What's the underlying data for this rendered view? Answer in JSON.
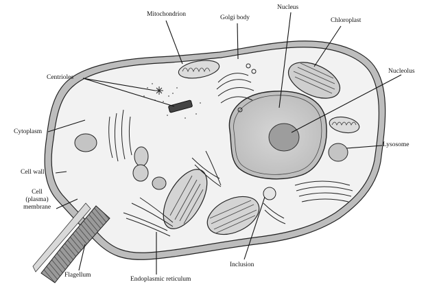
{
  "labels": {
    "mitochondrion": "Mitochondrion",
    "golgi_body": "Golgi body",
    "nucleus": "Nucleus",
    "chloroplast": "Chloroplast",
    "nucleolus": "Nucleolus",
    "centrioles": "Centrioles",
    "cytoplasm": "Cytoplasm",
    "lysosome": "Lysosome",
    "cell_wall": "Cell wall",
    "cell_membrane_line1": "Cell",
    "cell_membrane_line2": "(plasma)",
    "cell_membrane_line3": "membrane",
    "flagellum": "Flagellum",
    "endoplasmic_reticulum": "Endoplasmic reticulum",
    "inclusion": "Inclusion"
  }
}
